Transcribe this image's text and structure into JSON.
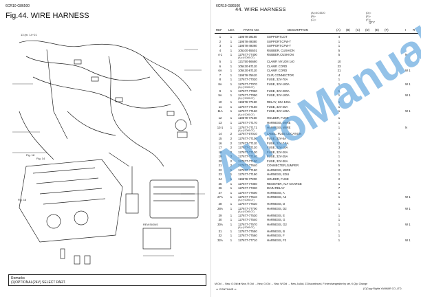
{
  "left": {
    "code": "6CR10-G86500",
    "fig_title": "Fig.44.  WIRE HARNESS",
    "callouts": [
      "13  (m. 14~21",
      "Fig. 14",
      "Fig. 18",
      "Fig. 16",
      "REVISIONS"
    ],
    "remarks_title": "Remarks",
    "remarks_text": "(1)OPTIONAL(24V)  SELECT PART."
  },
  "right": {
    "code": "6CR10-G86500",
    "title": "44.  WIRE HARNESS",
    "notes_mid": [
      "(A)=4C4520",
      "(B)=",
      "(C)="
    ],
    "notes_right": [
      "(D)=",
      "(E)=",
      "(F)="
    ],
    "headers": {
      "ref": "REF",
      "lev": "LEV.",
      "parts": "PARTS NO.",
      "desc": "DESCRIPTION",
      "qty": "QTY",
      "i": "I",
      "r": "R",
      "qty_cols": [
        "(A)",
        "(B)",
        "(C)",
        "(D)",
        "(E)",
        "(F)"
      ]
    },
    "rows": [
      {
        "ref": "1",
        "lev": "1",
        "part": "119578-39180",
        "desc": "SUPPORT,LOT",
        "a": "4",
        "flag": ""
      },
      {
        "ref": "2",
        "lev": "1",
        "part": "119578-49380",
        "desc": "SUPPORT,CFW-T",
        "a": "1",
        "flag": ""
      },
      {
        "ref": "3",
        "lev": "1",
        "part": "119578-49390",
        "desc": "SUPPORT,CFW-T",
        "a": "1",
        "flag": ""
      },
      {
        "ref": "4",
        "lev": "1",
        "part": "105100-55501",
        "desc": "RUBBER, CUSHION",
        "a": "5",
        "flag": ""
      },
      {
        "ref": "4-1",
        "lev": "1",
        "part": "127677-77400",
        "desc": "RUBBER,CUSHION",
        "a": "5",
        "flag": "N",
        "sub": "(A)=(*2005.07)"
      },
      {
        "ref": "5",
        "lev": "1",
        "part": "121750-56680",
        "desc": "CLAMP, NYLON 140",
        "a": "10",
        "flag": ""
      },
      {
        "ref": "6",
        "lev": "1",
        "part": "105430-67110",
        "desc": "CLAMP, CORD",
        "a": "23",
        "flag": ""
      },
      {
        "ref": "6A",
        "lev": "1",
        "part": "105430-67110",
        "desc": "CLAMP, CORD",
        "a": "21",
        "flag": "W  1"
      },
      {
        "ref": "7",
        "lev": "1",
        "part": "119578-75610",
        "desc": "CLIP, CONNECTOR",
        "a": "4",
        "flag": ""
      },
      {
        "ref": "8",
        "lev": "1",
        "part": "127677-77020",
        "desc": "FUSE, 32V-70A",
        "a": "1",
        "flag": ""
      },
      {
        "ref": "8A",
        "lev": "1",
        "part": "127677-77070",
        "desc": "FUSE, 32V-100A",
        "a": "1",
        "flag": "W  1",
        "sub": "(A)=(*2005.07)"
      },
      {
        "ref": "9",
        "lev": "1",
        "part": "127677-77060",
        "desc": "FUSE, 32V-200A",
        "a": "1",
        "flag": ""
      },
      {
        "ref": "9A",
        "lev": "1",
        "part": "127677-77090",
        "desc": "FUSE, 32V-100A",
        "a": "1",
        "flag": "W  1",
        "sub": "(A)=(*2005.07)"
      },
      {
        "ref": "10",
        "lev": "1",
        "part": "119578-77150",
        "desc": "RELAY, 12V-120A",
        "a": "1",
        "flag": ""
      },
      {
        "ref": "11",
        "lev": "1",
        "part": "127677-77150",
        "desc": "FUSE, 32V-25A",
        "a": "1",
        "flag": ""
      },
      {
        "ref": "11A",
        "lev": "1",
        "part": "127677-77160",
        "desc": "FUSE, 32V-125A",
        "a": "1",
        "flag": "W  1",
        "sub": "(A)=(*2005.07)"
      },
      {
        "ref": "12",
        "lev": "1",
        "part": "119578-77160",
        "desc": "HOLDER, FUSE",
        "a": "1",
        "flag": ""
      },
      {
        "ref": "13",
        "lev": "1",
        "part": "127677-77170",
        "desc": "HARNESS, WIRE",
        "a": "1",
        "flag": ""
      },
      {
        "ref": "13-1",
        "lev": "1",
        "part": "127677-77171",
        "desc": "HARNESS, WIRE",
        "a": "1",
        "flag": "N",
        "sub": "(A)=(*2005.07)"
      },
      {
        "ref": "14",
        "lev": "2",
        "part": "127677-07010",
        "desc": "LABEL, FUSE LOCATION",
        "a": "1",
        "flag": ""
      },
      {
        "ref": "15",
        "lev": "2",
        "part": "127677-77100",
        "desc": "FUSE, 32V-5A",
        "a": "1",
        "flag": ""
      },
      {
        "ref": "16",
        "lev": "2",
        "part": "127677-77110",
        "desc": "FUSE, 32V-7.5A",
        "a": "2",
        "flag": ""
      },
      {
        "ref": "17",
        "lev": "2",
        "part": "127677-77120",
        "desc": "FUSE, 32V-10A",
        "a": "3",
        "flag": ""
      },
      {
        "ref": "18",
        "lev": "2",
        "part": "127677-77130",
        "desc": "FUSE, 32V-20A",
        "a": "1",
        "flag": ""
      },
      {
        "ref": "19",
        "lev": "2",
        "part": "127677-77140",
        "desc": "FUSE, 32V-25A",
        "a": "1",
        "flag": ""
      },
      {
        "ref": "20",
        "lev": "2",
        "part": "127677-77150",
        "desc": "FUSE, 32V-30A",
        "a": "1",
        "flag": ""
      },
      {
        "ref": "21",
        "lev": "2",
        "part": "127677-77640",
        "desc": "CONNECTER,JUMPER",
        "a": "5",
        "flag": ""
      },
      {
        "ref": "22",
        "lev": "1",
        "part": "127677-77180",
        "desc": "HARNESS, WIRE",
        "a": "2",
        "flag": ""
      },
      {
        "ref": "23",
        "lev": "1",
        "part": "127677-77190",
        "desc": "HARNESS, EDU",
        "a": "1",
        "flag": ""
      },
      {
        "ref": "24",
        "lev": "1",
        "part": "119578-77200",
        "desc": "HOLDER, FUSE",
        "a": "2",
        "flag": ""
      },
      {
        "ref": "25",
        "lev": "1",
        "part": "127677-77350",
        "desc": "RESISTER, ALT CHARGE",
        "a": "1",
        "flag": ""
      },
      {
        "ref": "26",
        "lev": "1",
        "part": "127677-77330",
        "desc": "MAIN RELAY",
        "a": "7",
        "flag": ""
      },
      {
        "ref": "27",
        "lev": "1",
        "part": "127677-77500",
        "desc": "HARNESS, A",
        "a": "1",
        "flag": ""
      },
      {
        "ref": "27A",
        "lev": "1",
        "part": "127677-77510",
        "desc": "HARNESS, A2",
        "a": "1",
        "flag": "W  1",
        "sub": "(A)=(*2005.07)"
      },
      {
        "ref": "28",
        "lev": "1",
        "part": "127677-77520",
        "desc": "HARNESS, D",
        "a": "1",
        "flag": ""
      },
      {
        "ref": "28A",
        "lev": "1",
        "part": "127677-77700",
        "desc": "HARNESS, D2",
        "a": "1",
        "flag": "W  1",
        "sub": "(A)=(*2005.07)"
      },
      {
        "ref": "29",
        "lev": "1",
        "part": "127677-77530",
        "desc": "HARNESS, E",
        "a": "1",
        "flag": ""
      },
      {
        "ref": "30",
        "lev": "1",
        "part": "127677-77540",
        "desc": "HARNESS, G",
        "a": "1",
        "flag": ""
      },
      {
        "ref": "30A",
        "lev": "1",
        "part": "127677-77570",
        "desc": "HARNESS, G2",
        "a": "1",
        "flag": "W  1",
        "sub": "(A)=(*2005.07)"
      },
      {
        "ref": "31",
        "lev": "1",
        "part": "127677-77550",
        "desc": "HARNESS, B",
        "a": "1",
        "flag": ""
      },
      {
        "ref": "32",
        "lev": "1",
        "part": "127677-77560",
        "desc": "HARNESS, F",
        "a": "1",
        "flag": ""
      },
      {
        "ref": "32A",
        "lev": "1",
        "part": "127677-77710",
        "desc": "HARNESS, F2",
        "a": "1",
        "flag": "W  1"
      }
    ],
    "legend": "M:Old → New, O:Old ⇄ New, R:Old → New, G:Old → New, W:Old → New, A:Add, Z:Discontinued, F:Interchangeable by set, K:Qty. Change",
    "continue": "⇨ CONTINUE ⇨",
    "copyright": "(C)Copy Rights YANMAR CO.,LTD."
  },
  "watermark_text": "AutoManual",
  "colors": {
    "watermark": "#3a8fd6",
    "line": "#222222"
  }
}
